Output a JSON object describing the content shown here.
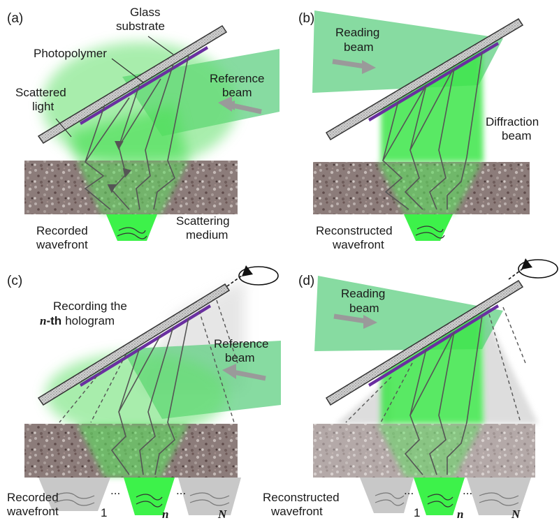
{
  "panels": {
    "a": {
      "tag": "(a)",
      "glass": [
        "Glass",
        "substrate"
      ],
      "photopolymer": "Photopolymer",
      "scattered": [
        "Scattered",
        "light"
      ],
      "reference": [
        "Reference",
        "beam"
      ],
      "recorded": [
        "Recorded",
        "wavefront"
      ],
      "medium": [
        "Scattering",
        "medium"
      ]
    },
    "b": {
      "tag": "(b)",
      "reading": [
        "Reading",
        "beam"
      ],
      "diffraction": [
        "Diffraction",
        "beam"
      ],
      "reconstructed": [
        "Reconstructed",
        "wavefront"
      ]
    },
    "c": {
      "tag": "(c)",
      "recording_line1": "Recording the",
      "recording_n": "n",
      "recording_th": "-th",
      "recording_rest": "hologram",
      "reference": [
        "Reference",
        "beam"
      ],
      "recorded": [
        "Recorded",
        "wavefront"
      ],
      "index_first": "1",
      "index_n": "n",
      "index_last": "N",
      "ellipsis": "..."
    },
    "d": {
      "tag": "(d)",
      "reading": [
        "Reading",
        "beam"
      ],
      "reconstructed": [
        "Reconstructed",
        "wavefront"
      ],
      "index_first": "1",
      "index_n": "n",
      "index_last": "N",
      "ellipsis": "..."
    }
  },
  "colors": {
    "green_beam": "#5fd17a",
    "bright_green": "#3df24a",
    "glass": "#c8c8c8",
    "photopolymer": "#6a2fa0",
    "medium": "#8a7a78",
    "ray": "#555555",
    "arrow": "#9a9a9a"
  }
}
